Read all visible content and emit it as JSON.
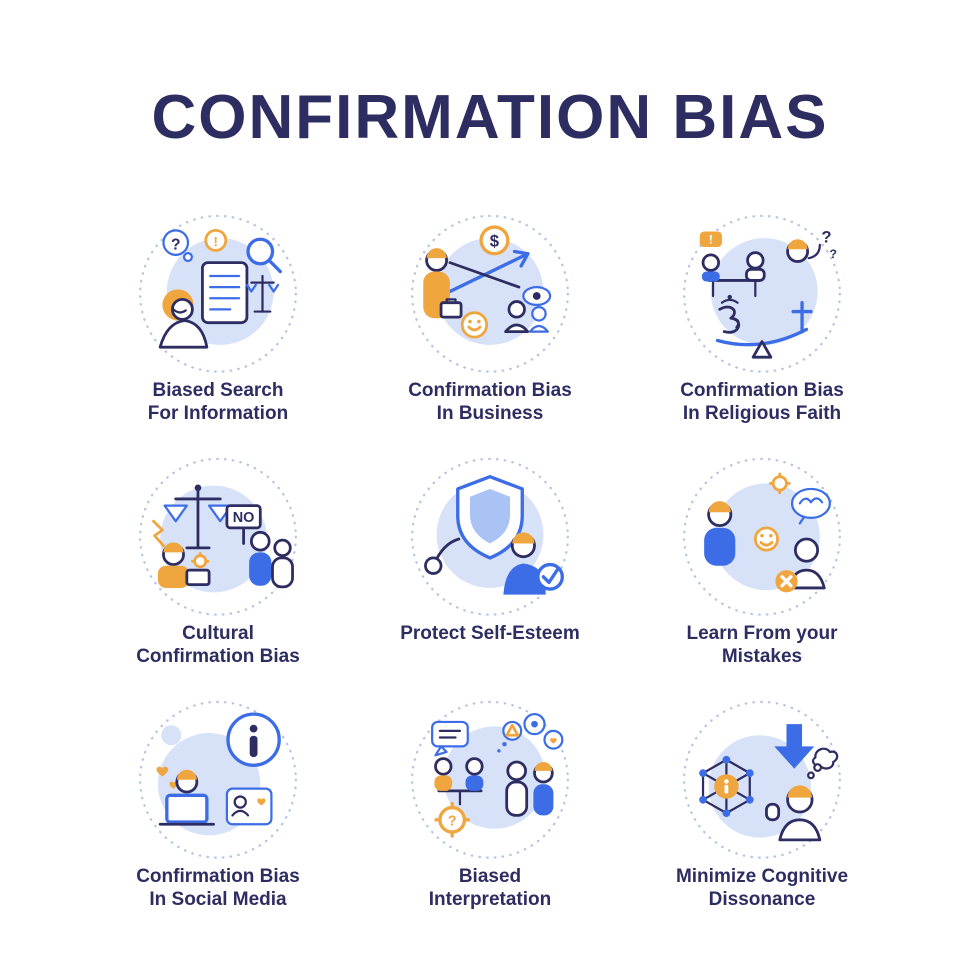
{
  "title": "CONFIRMATION BIAS",
  "colors": {
    "navy": "#2e2d62",
    "blue": "#3d6de6",
    "light-blue": "#d7e2f9",
    "orange": "#f0a63f",
    "dash": "#b6c3e2",
    "shield": "#a9c3f5"
  },
  "items": [
    {
      "icon": "biased-search-icon",
      "lines": [
        "Biased Search",
        "For Information"
      ],
      "badge": "!",
      "question": "?"
    },
    {
      "icon": "business-bias-icon",
      "lines": [
        "Confirmation Bias",
        "In Business"
      ],
      "currency": "$"
    },
    {
      "icon": "religious-faith-bias-icon",
      "lines": [
        "Confirmation Bias",
        "In Religious Faith"
      ],
      "badge": "!",
      "question": "?",
      "symbols": [
        "om-symbol",
        "cross-symbol",
        "balance-scale"
      ]
    },
    {
      "icon": "cultural-bias-icon",
      "lines": [
        "Cultural",
        "Confirmation Bias"
      ],
      "sign": "NO"
    },
    {
      "icon": "protect-self-esteem-icon",
      "lines": [
        "Protect Self-Esteem"
      ]
    },
    {
      "icon": "learn-from-mistakes-icon",
      "lines": [
        "Learn From your",
        "Mistakes"
      ]
    },
    {
      "icon": "social-media-bias-icon",
      "lines": [
        "Confirmation Bias",
        "In Social Media"
      ],
      "symbols": [
        "info-symbol",
        "heart",
        "profile-card"
      ]
    },
    {
      "icon": "biased-interpretation-icon",
      "lines": [
        "Biased",
        "Interpretation"
      ],
      "question": "?"
    },
    {
      "icon": "minimize-cognitive-dissonance-icon",
      "lines": [
        "Minimize Cognitive",
        "Dissonance"
      ],
      "symbols": [
        "info-network",
        "down-arrow",
        "stop-hand"
      ]
    }
  ]
}
